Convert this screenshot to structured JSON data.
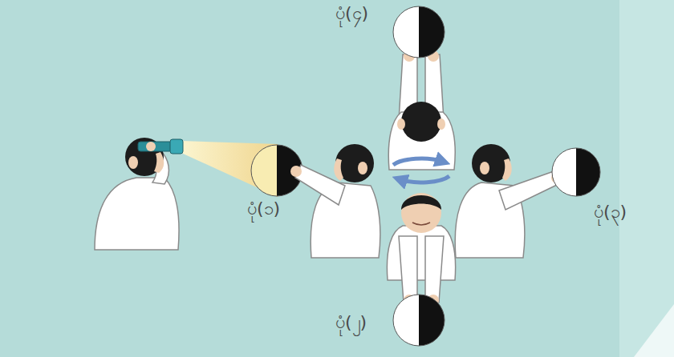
{
  "diagram": {
    "labels": [
      "ပုံ(၁)",
      "ပုံ(၂)",
      "ပုံ(၃)",
      "ပုံ(၄)"
    ]
  }
}
